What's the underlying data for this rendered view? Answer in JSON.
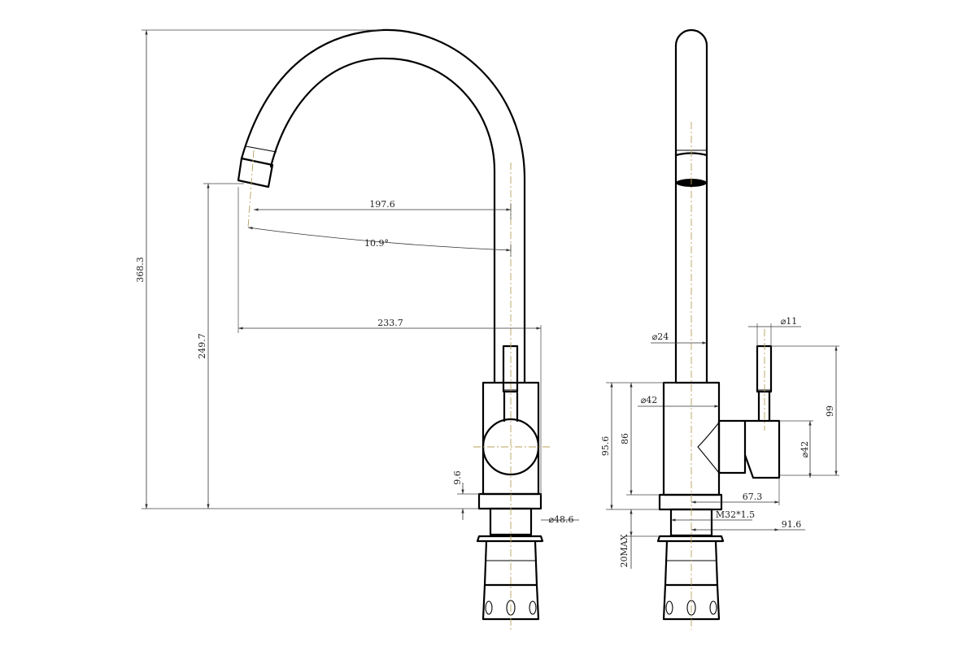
{
  "dimensions": {
    "total_height": "368.3",
    "spout_outlet_height": "249.7",
    "spout_reach": "197.6",
    "spout_angle": "10.9°",
    "overall_reach": "233.7",
    "base_ring_height": "9.6",
    "base_ring_diameter": "⌀48.6",
    "handle_diameter": "⌀11",
    "spout_tube_diameter": "⌀24",
    "body_diameter": "⌀42",
    "handle_hub_diameter": "⌀42",
    "handle_height": "99",
    "body_height_total": "95.6",
    "body_height": "86",
    "handle_offset": "67.3",
    "thread": "M32*1.5",
    "handle_reach": "91.6",
    "max_counter_thickness": "20MAX"
  },
  "colors": {
    "line": "#000000",
    "dimension": "#333333",
    "centerline": "#b8a05a"
  }
}
